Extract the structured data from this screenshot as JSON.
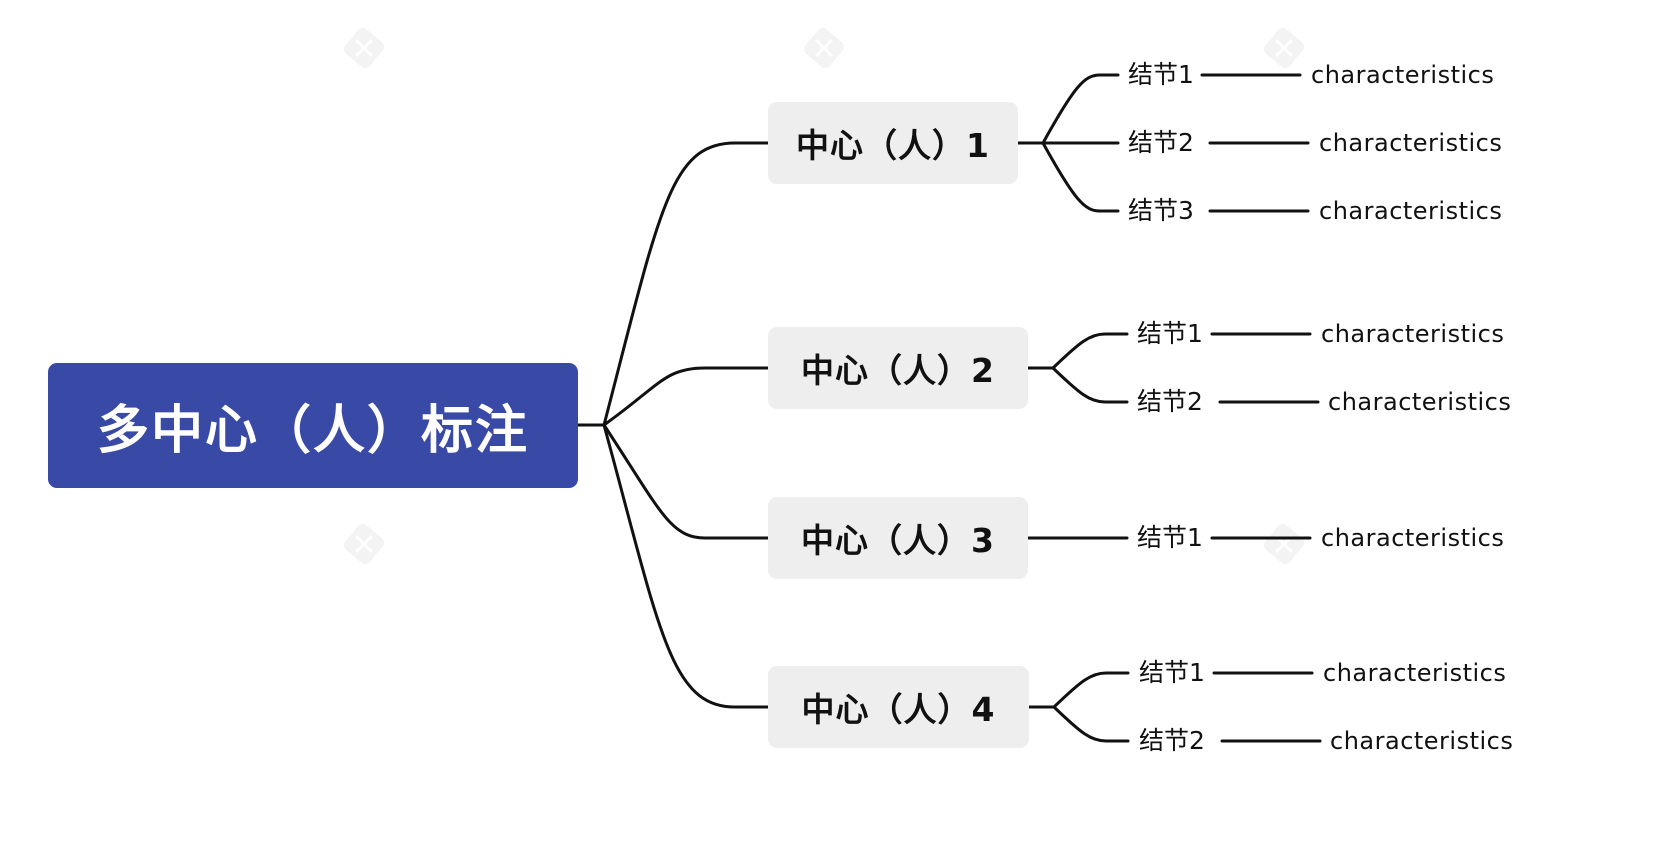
{
  "root": {
    "label": "多中心（人）标注",
    "color": "#3949a6"
  },
  "centers": [
    {
      "label": "中心（人）1",
      "nodes": [
        {
          "label": "结节1",
          "detail": "characteristics"
        },
        {
          "label": "结节2",
          "detail": "characteristics"
        },
        {
          "label": "结节3",
          "detail": "characteristics"
        }
      ]
    },
    {
      "label": "中心（人）2",
      "nodes": [
        {
          "label": "结节1",
          "detail": "characteristics"
        },
        {
          "label": "结节2",
          "detail": "characteristics"
        }
      ]
    },
    {
      "label": "中心（人）3",
      "nodes": [
        {
          "label": "结节1",
          "detail": "characteristics"
        }
      ]
    },
    {
      "label": "中心（人）4",
      "nodes": [
        {
          "label": "结节1",
          "detail": "characteristics"
        },
        {
          "label": "结节2",
          "detail": "characteristics"
        }
      ]
    }
  ],
  "watermark": {
    "text": "XMind",
    "icon": "xmind-logo-icon"
  }
}
